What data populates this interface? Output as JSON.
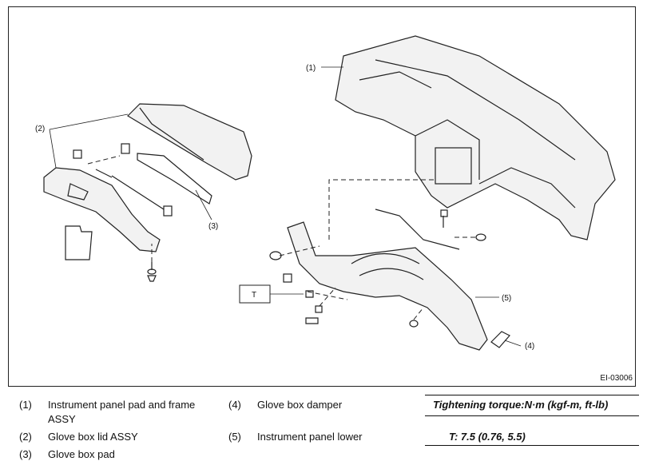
{
  "figure": {
    "code": "EI-03006",
    "callouts": {
      "c1": "(1)",
      "c2": "(2)",
      "c3": "(3)",
      "c4": "(4)",
      "c5": "(5)",
      "torque_box": "T"
    }
  },
  "legend": [
    {
      "num": "(1)",
      "text": "Instrument panel pad and frame ASSY"
    },
    {
      "num": "(2)",
      "text": "Glove box lid ASSY"
    },
    {
      "num": "(3)",
      "text": "Glove box pad"
    },
    {
      "num": "(4)",
      "text": "Glove box damper"
    },
    {
      "num": "(5)",
      "text": "Instrument panel lower"
    }
  ],
  "torque": {
    "header": "Tightening torque:N·m (kgf-m, ft-lb)",
    "value": "T:   7.5 (0.76, 5.5)"
  }
}
